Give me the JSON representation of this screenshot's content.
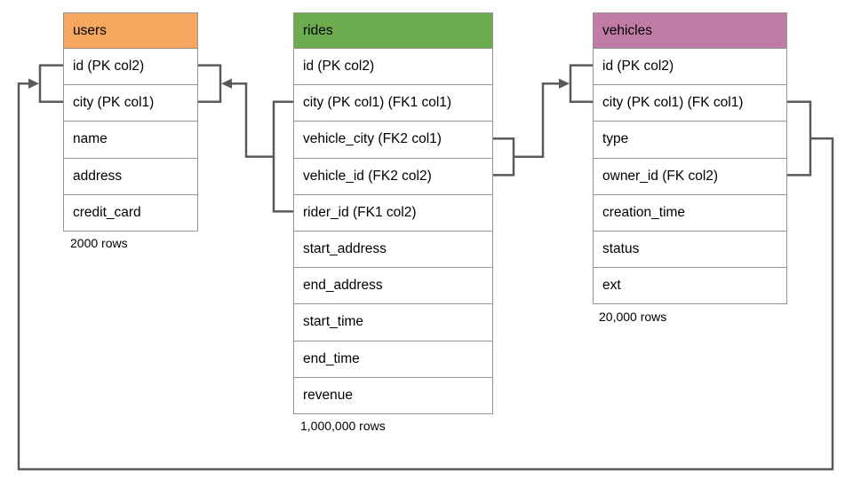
{
  "diagram": {
    "line_color": "#595A5C",
    "border_color": "#959595",
    "tables": [
      {
        "name": "users",
        "header_color": "#F5A75F",
        "columns": [
          "id (PK col2)",
          "city (PK col1)",
          "name",
          "address",
          "credit_card"
        ],
        "row_count": "2000 rows"
      },
      {
        "name": "rides",
        "header_color": "#6CAB4E",
        "columns": [
          "id (PK col2)",
          "city (PK col1) (FK1 col1)",
          "vehicle_city (FK2 col1)",
          "vehicle_id (FK2 col2)",
          "rider_id (FK1 col2)",
          "start_address",
          "end_address",
          "start_time",
          "end_time",
          "revenue"
        ],
        "row_count": "1,000,000 rows"
      },
      {
        "name": "vehicles",
        "header_color": "#C07CA4",
        "columns": [
          "id (PK col2)",
          "city (PK col1) (FK col1)",
          "type",
          "owner_id (FK col2)",
          "creation_time",
          "status",
          "ext"
        ],
        "row_count": "20,000 rows"
      }
    ],
    "relationships": [
      {
        "name": "FK1",
        "from_table": "rides",
        "from_columns": [
          "city",
          "rider_id"
        ],
        "to_table": "users",
        "to_columns": [
          "id",
          "city"
        ]
      },
      {
        "name": "FK2",
        "from_table": "rides",
        "from_columns": [
          "vehicle_city",
          "vehicle_id"
        ],
        "to_table": "vehicles",
        "to_columns": [
          "id",
          "city"
        ]
      },
      {
        "name": "FK",
        "from_table": "vehicles",
        "from_columns": [
          "city",
          "owner_id"
        ],
        "to_table": "users",
        "to_columns": [
          "id",
          "city"
        ]
      }
    ]
  }
}
